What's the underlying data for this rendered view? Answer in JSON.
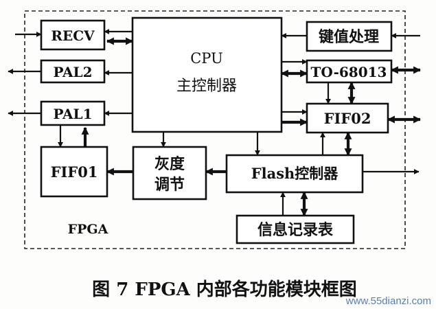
{
  "diagram": {
    "container_label": "FPGA",
    "blocks": {
      "recv": "RECV",
      "pal2": "PAL2",
      "pal1": "PAL1",
      "fifo1": "FIF01",
      "cpu_line1": "CPU",
      "cpu_line2": "主控制器",
      "gray_line1": "灰度",
      "gray_line2": "调节",
      "flash": "Flash控制器",
      "key": "键值处理",
      "to": "TO-68013",
      "fifo2": "FIF02",
      "info": "信息记录表"
    },
    "caption": "图 7  FPGA 内部各功能模块框图",
    "watermark": "www.55dianzi.com"
  }
}
